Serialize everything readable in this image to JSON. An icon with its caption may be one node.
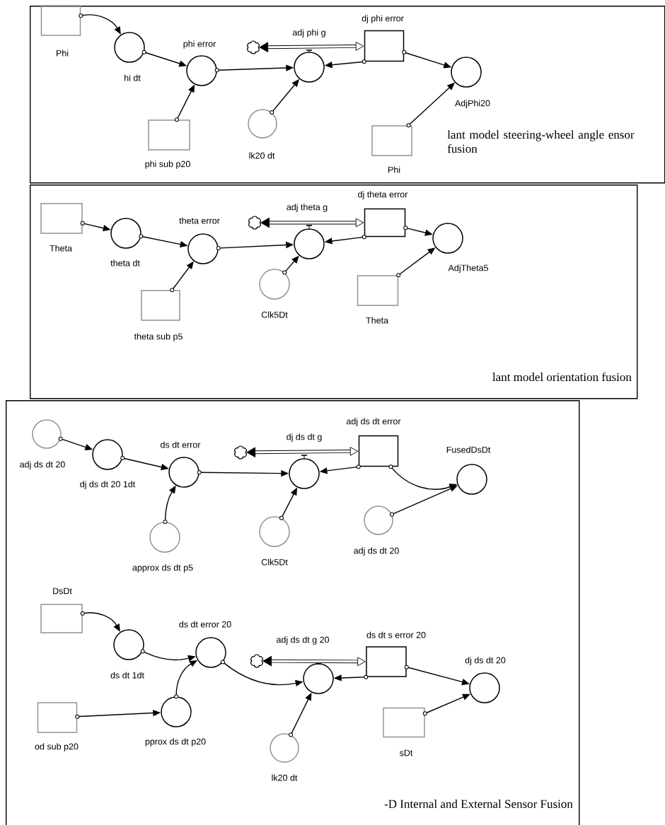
{
  "diagram": {
    "nodes": [
      {
        "text": [
          "lant model steering-wheel angle ensor fusion"
        ]
      },
      {
        "text": [
          "Phi"
        ],
        "in": 0
      },
      {
        "text": [
          "hi dt"
        ],
        "in": 0
      },
      {
        "text": [
          "phi error"
        ],
        "in": 0
      },
      {
        "text": [],
        "shape": "cloud",
        "in": 0
      },
      {
        "text": [
          "adj phi g"
        ],
        "in": 0
      },
      {
        "text": [
          "dj phi error"
        ],
        "in": 0
      },
      {
        "text": [
          "AdjPhi20"
        ],
        "in": 0
      },
      {
        "text": [
          "phi sub p20"
        ],
        "in": 0
      },
      {
        "text": [
          "lk20 dt"
        ],
        "in": 0
      },
      {
        "text": [
          "Phi"
        ],
        "in": 0
      },
      {
        "text": [
          "lant model orientation fusion"
        ]
      },
      {
        "text": [
          "Theta"
        ],
        "in": 11
      },
      {
        "text": [
          "theta dt"
        ],
        "in": 11
      },
      {
        "text": [
          "theta error"
        ],
        "in": 11
      },
      {
        "text": [],
        "shape": "cloud",
        "in": 11
      },
      {
        "text": [
          "adj theta g"
        ],
        "in": 11
      },
      {
        "text": [
          "dj theta error"
        ],
        "in": 11
      },
      {
        "text": [
          "AdjTheta5"
        ],
        "in": 11
      },
      {
        "text": [
          "theta sub p5"
        ],
        "in": 11
      },
      {
        "text": [
          "Clk5Dt"
        ],
        "in": 11
      },
      {
        "text": [
          "Theta"
        ],
        "in": 11
      },
      {
        "text": [
          "-D Internal and External Sensor Fusion"
        ]
      },
      {
        "text": [
          "adj ds dt 20"
        ],
        "in": 22
      },
      {
        "text": [
          "dj ds dt 20 1dt"
        ],
        "in": 22
      },
      {
        "text": [
          "ds dt error"
        ],
        "in": 22
      },
      {
        "text": [],
        "shape": "cloud",
        "in": 22
      },
      {
        "text": [
          "dj ds dt g"
        ],
        "in": 22
      },
      {
        "text": [
          "adj ds dt error"
        ],
        "in": 22
      },
      {
        "text": [
          "FusedDsDt"
        ],
        "in": 22
      },
      {
        "text": [
          "approx ds dt p5"
        ],
        "in": 22
      },
      {
        "text": [
          "Clk5Dt"
        ],
        "in": 22
      },
      {
        "text": [
          "adj ds dt 20"
        ],
        "in": 22
      },
      {
        "text": [
          "DsDt"
        ],
        "in": 22
      },
      {
        "text": [
          "ds dt 1dt"
        ],
        "in": 22
      },
      {
        "text": [
          "ds dt error 20"
        ],
        "in": 22
      },
      {
        "text": [],
        "shape": "cloud",
        "in": 22
      },
      {
        "text": [
          "adj ds dt g 20"
        ],
        "in": 22
      },
      {
        "text": [
          "ds dt s error 20"
        ],
        "in": 22
      },
      {
        "text": [
          "dj ds dt 20"
        ],
        "in": 22
      },
      {
        "text": [
          "od sub p20"
        ],
        "in": 22
      },
      {
        "text": [
          "pprox ds dt p20"
        ],
        "in": 22
      },
      {
        "text": [
          "lk20 dt"
        ],
        "in": 22
      },
      {
        "text": [
          "sDt"
        ],
        "in": 22
      }
    ],
    "edges": [
      {
        "from": 1,
        "to": 2,
        "arrow": "to"
      },
      {
        "from": 2,
        "to": 3,
        "arrow": "to"
      },
      {
        "from": 3,
        "to": 5,
        "arrow": "to"
      },
      {
        "from": 6,
        "to": 5,
        "arrow": "to"
      },
      {
        "from": 6,
        "to": 7,
        "arrow": "to"
      },
      {
        "from": 8,
        "to": 3,
        "arrow": "to"
      },
      {
        "from": 9,
        "to": 5,
        "arrow": "to"
      },
      {
        "from": 10,
        "to": 7,
        "arrow": "to"
      },
      {
        "from": 4,
        "to": 6,
        "arrow": "both",
        "style": "thick"
      },
      {
        "from": 12,
        "to": 13,
        "arrow": "to"
      },
      {
        "from": 13,
        "to": 14,
        "arrow": "to"
      },
      {
        "from": 14,
        "to": 16,
        "arrow": "to"
      },
      {
        "from": 17,
        "to": 16,
        "arrow": "to"
      },
      {
        "from": 17,
        "to": 18,
        "arrow": "to"
      },
      {
        "from": 19,
        "to": 14,
        "arrow": "to"
      },
      {
        "from": 20,
        "to": 16,
        "arrow": "to"
      },
      {
        "from": 21,
        "to": 18,
        "arrow": "to"
      },
      {
        "from": 15,
        "to": 17,
        "arrow": "both",
        "style": "thick"
      },
      {
        "from": 23,
        "to": 24,
        "arrow": "to"
      },
      {
        "from": 24,
        "to": 25,
        "arrow": "to"
      },
      {
        "from": 25,
        "to": 27,
        "arrow": "to"
      },
      {
        "from": 28,
        "to": 27,
        "arrow": "to"
      },
      {
        "from": 28,
        "to": 29,
        "arrow": "to"
      },
      {
        "from": 30,
        "to": 25,
        "arrow": "to"
      },
      {
        "from": 31,
        "to": 27,
        "arrow": "to"
      },
      {
        "from": 32,
        "to": 29,
        "arrow": "to"
      },
      {
        "from": 26,
        "to": 28,
        "arrow": "both",
        "style": "thick"
      },
      {
        "from": 33,
        "to": 34,
        "arrow": "to"
      },
      {
        "from": 34,
        "to": 35,
        "arrow": "to"
      },
      {
        "from": 41,
        "to": 35,
        "arrow": "to"
      },
      {
        "from": 40,
        "to": 41,
        "arrow": "to"
      },
      {
        "from": 35,
        "to": 37,
        "arrow": "to"
      },
      {
        "from": 38,
        "to": 37,
        "arrow": "to"
      },
      {
        "from": 38,
        "to": 39,
        "arrow": "to"
      },
      {
        "from": 43,
        "to": 39,
        "arrow": "to"
      },
      {
        "from": 42,
        "to": 37,
        "arrow": "to"
      },
      {
        "from": 36,
        "to": 38,
        "arrow": "both",
        "style": "thick"
      }
    ]
  }
}
